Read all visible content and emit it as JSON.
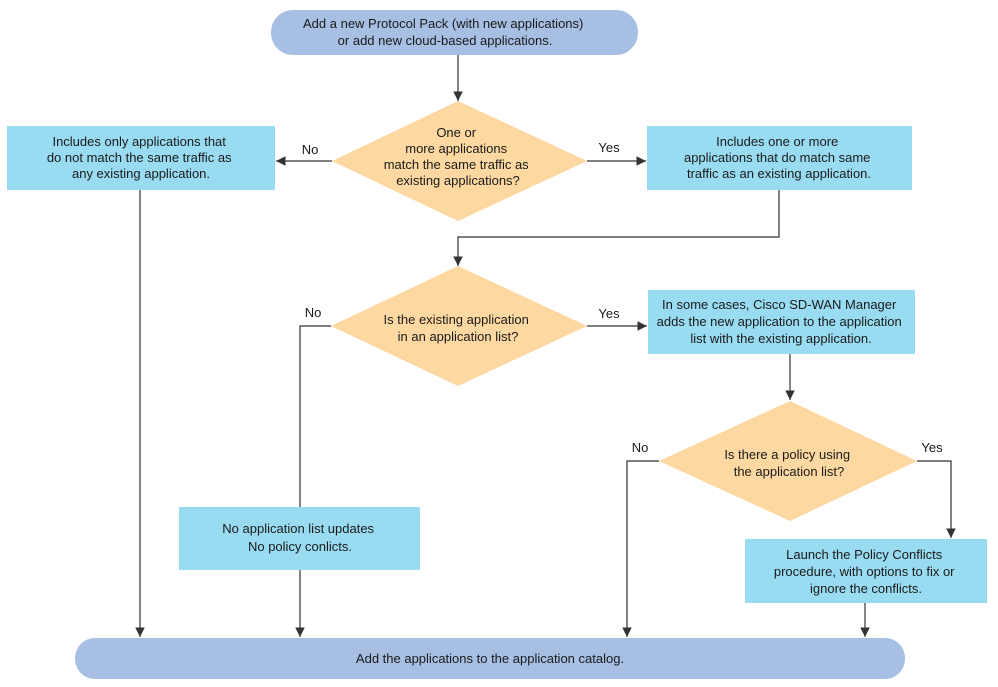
{
  "colors": {
    "terminal": "#a6bfe3",
    "process": "#99dbf1",
    "decision": "#fdd8a0",
    "line": "#333333",
    "text": "#1a1a1a"
  },
  "nodes": {
    "start": {
      "lines": [
        "Add a new Protocol Pack (with new applications)",
        "or add new cloud-based applications."
      ]
    },
    "decision1": {
      "lines": [
        "One or",
        "more applications",
        "match the same traffic as",
        "existing applications?"
      ]
    },
    "no_match_box": {
      "lines": [
        "Includes only applications that",
        "do not match  the same traffic as",
        "any existing application."
      ]
    },
    "match_box": {
      "lines": [
        "Includes one or more",
        "applications that do match same",
        "traffic as an existing application."
      ]
    },
    "decision2": {
      "lines": [
        "Is the existing application",
        "in an application list?"
      ]
    },
    "manager_box": {
      "lines": [
        "In some cases, Cisco SD-WAN Manager",
        "adds the new application to the application",
        "list  with the existing application."
      ]
    },
    "decision3": {
      "lines": [
        "Is there a policy using",
        "the application list?"
      ]
    },
    "no_updates_box": {
      "lines": [
        "No application list updates",
        "No policy conlicts."
      ]
    },
    "conflicts_box": {
      "lines": [
        "Launch the Policy Conflicts",
        "procedure, with options to fix or",
        "ignore the conflicts."
      ]
    },
    "end": {
      "lines": [
        "Add the applications to the application catalog."
      ]
    }
  },
  "edge_labels": {
    "d1_no": "No",
    "d1_yes": "Yes",
    "d2_no": "No",
    "d2_yes": "Yes",
    "d3_no": "No",
    "d3_yes": "Yes"
  }
}
